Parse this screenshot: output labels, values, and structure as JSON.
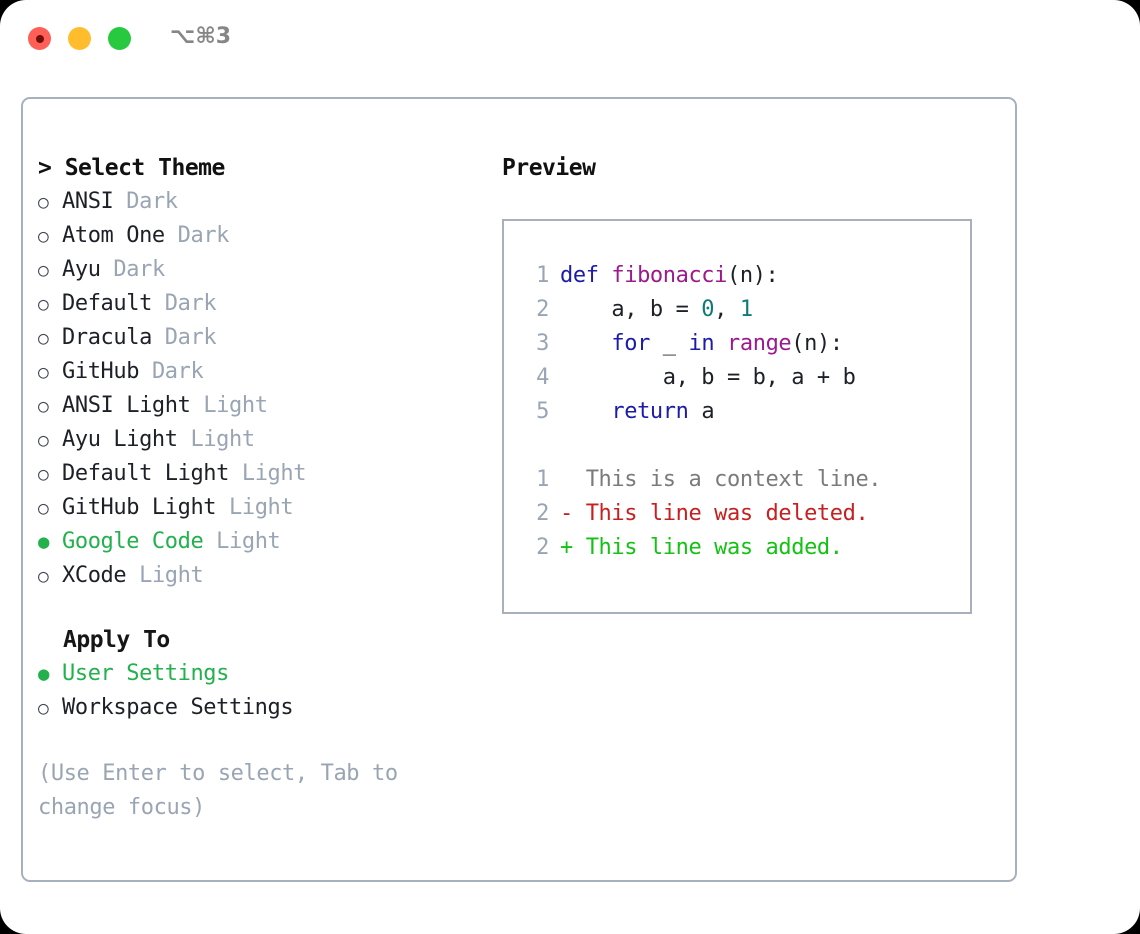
{
  "titlebar": {
    "shortcut": "⌥⌘3",
    "buttons": [
      {
        "name": "close",
        "color": "#ff5f57"
      },
      {
        "name": "minimize",
        "color": "#ffbd2e"
      },
      {
        "name": "zoom",
        "color": "#27c93f"
      }
    ]
  },
  "theme_section": {
    "header": "> Select Theme",
    "items": [
      {
        "bullet": "○",
        "label": "ANSI",
        "variant": "Dark",
        "selected": false
      },
      {
        "bullet": "○",
        "label": "Atom One",
        "variant": "Dark",
        "selected": false
      },
      {
        "bullet": "○",
        "label": "Ayu",
        "variant": "Dark",
        "selected": false
      },
      {
        "bullet": "○",
        "label": "Default",
        "variant": "Dark",
        "selected": false
      },
      {
        "bullet": "○",
        "label": "Dracula",
        "variant": "Dark",
        "selected": false
      },
      {
        "bullet": "○",
        "label": "GitHub",
        "variant": "Dark",
        "selected": false
      },
      {
        "bullet": "○",
        "label": "ANSI Light",
        "variant": "Light",
        "selected": false
      },
      {
        "bullet": "○",
        "label": "Ayu Light",
        "variant": "Light",
        "selected": false
      },
      {
        "bullet": "○",
        "label": "Default Light",
        "variant": "Light",
        "selected": false
      },
      {
        "bullet": "○",
        "label": "GitHub Light",
        "variant": "Light",
        "selected": false
      },
      {
        "bullet": "●",
        "label": "Google Code",
        "variant": "Light",
        "selected": true
      },
      {
        "bullet": "○",
        "label": "XCode",
        "variant": "Light",
        "selected": false
      }
    ]
  },
  "apply_section": {
    "header": "Apply To",
    "items": [
      {
        "bullet": "●",
        "label": "User Settings",
        "selected": true
      },
      {
        "bullet": "○",
        "label": "Workspace Settings",
        "selected": false
      }
    ]
  },
  "hint": "(Use Enter to select, Tab to\nchange focus)",
  "preview": {
    "title": "Preview",
    "code_lines": [
      {
        "lineno": "1",
        "tokens": [
          {
            "t": "def ",
            "c": "kw"
          },
          {
            "t": "fibonacci",
            "c": "fn"
          },
          {
            "t": "(n):",
            "c": "punc"
          }
        ]
      },
      {
        "lineno": "2",
        "tokens": [
          {
            "t": "    a, b = ",
            "c": "plain"
          },
          {
            "t": "0",
            "c": "num"
          },
          {
            "t": ", ",
            "c": "punc"
          },
          {
            "t": "1",
            "c": "num"
          }
        ]
      },
      {
        "lineno": "3",
        "tokens": [
          {
            "t": "    ",
            "c": "plain"
          },
          {
            "t": "for",
            "c": "kw"
          },
          {
            "t": " _ ",
            "c": "plain"
          },
          {
            "t": "in",
            "c": "kw"
          },
          {
            "t": " ",
            "c": "plain"
          },
          {
            "t": "range",
            "c": "fn"
          },
          {
            "t": "(n):",
            "c": "punc"
          }
        ]
      },
      {
        "lineno": "4",
        "tokens": [
          {
            "t": "        a, b = b, a + b",
            "c": "plain"
          }
        ]
      },
      {
        "lineno": "5",
        "tokens": [
          {
            "t": "    ",
            "c": "plain"
          },
          {
            "t": "return",
            "c": "kw"
          },
          {
            "t": " a",
            "c": "plain"
          }
        ]
      }
    ],
    "diff_lines": [
      {
        "lineno": "1",
        "marker": "  ",
        "text": "This is a context line.",
        "kind": "ctx"
      },
      {
        "lineno": "2",
        "marker": "- ",
        "text": "This line was deleted.",
        "kind": "del"
      },
      {
        "lineno": "2",
        "marker": "+ ",
        "text": "This line was added.",
        "kind": "add"
      }
    ]
  },
  "colors": {
    "accent_green": "#22b14c",
    "keyword": "#1c1ca8",
    "function": "#9c1a8c",
    "number": "#0f7b77",
    "muted": "#9aa5b4",
    "diff_deleted": "#c62020",
    "diff_added": "#14c214",
    "border": "#a7b0bd"
  }
}
